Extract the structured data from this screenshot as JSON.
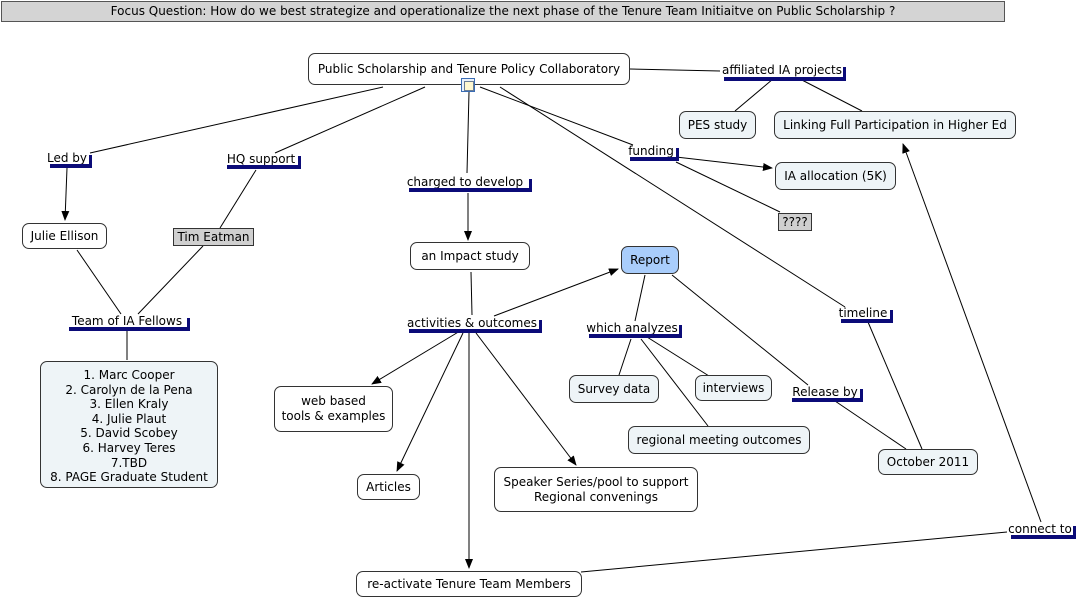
{
  "focus_question": "Focus Question: How do we best strategize and operationalize the next phase of the Tenure Team Initiaitve on Public Scholarship ?",
  "concepts": {
    "main": "Public Scholarship and Tenure Policy Collaboratory",
    "pes": "PES study",
    "linking": "Linking Full Participation in Higher Ed",
    "ia_alloc": "IA allocation (5K)",
    "unknown": "????",
    "julie": "Julie Ellison",
    "tim": "Tim Eatman",
    "impact": "an Impact study",
    "report": "Report",
    "survey": "Survey data",
    "interviews": "interviews",
    "regional": "regional meeting outcomes",
    "web": [
      "web based",
      "tools & examples"
    ],
    "articles": "Articles",
    "speaker": [
      "Speaker Series/pool to support",
      "Regional convenings"
    ],
    "october": "October 2011",
    "reactivate": "re-activate Tenure Team Members",
    "team_members": [
      "1. Marc Cooper",
      "2. Carolyn de la Pena",
      "3. Ellen Kraly",
      "4. Julie Plaut",
      "5. David Scobey",
      "6. Harvey Teres",
      "7.TBD",
      "8. PAGE Graduate Student"
    ]
  },
  "linking_phrases": {
    "affiliated": "affiliated IA projects",
    "funding": "funding",
    "led_by": "Led by",
    "hq": "HQ support",
    "charged": "charged to develop",
    "timeline": "timeline",
    "team": "Team of IA Fellows",
    "activities": "activities & outcomes",
    "analyzes": "which analyzes",
    "release": "Release by",
    "connect": "connect to"
  },
  "colors": {
    "focus_bg": "#d4d4d4",
    "concept_light": "#eef4f7",
    "concept_highlight": "#a9cdfb",
    "concept_gray": "#cfcfcf",
    "link_bar": "#0b0b78"
  },
  "icons": {
    "main_resource": "document-icon"
  }
}
